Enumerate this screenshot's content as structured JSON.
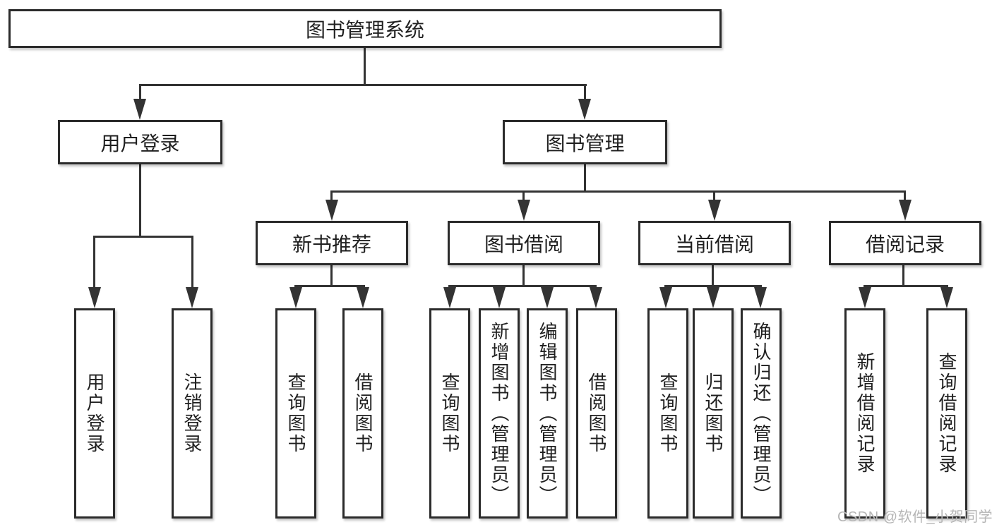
{
  "diagram_type": "hierarchy-tree",
  "colors": {
    "background": "#ffffff",
    "box_fill": "#ffffff",
    "box_border": "#2b2b2b",
    "connector_line": "#333333",
    "text": "#1f1f1f",
    "watermark": "#b5b5b5"
  },
  "root": {
    "label": "图书管理系统"
  },
  "branches": [
    {
      "label": "用户登录",
      "children": [
        {
          "label": "用户登录"
        },
        {
          "label": "注销登录"
        }
      ]
    },
    {
      "label": "图书管理",
      "children": [
        {
          "label": "新书推荐",
          "children": [
            {
              "label": "查询图书"
            },
            {
              "label": "借阅图书"
            }
          ]
        },
        {
          "label": "图书借阅",
          "children": [
            {
              "label": "查询图书"
            },
            {
              "label": "新增图书（管理员）"
            },
            {
              "label": "编辑图书（管理员）"
            },
            {
              "label": "借阅图书"
            }
          ]
        },
        {
          "label": "当前借阅",
          "children": [
            {
              "label": "查询图书"
            },
            {
              "label": "归还图书"
            },
            {
              "label": "确认归还（管理员）"
            }
          ]
        },
        {
          "label": "借阅记录",
          "children": [
            {
              "label": "新增借阅记录"
            },
            {
              "label": "查询借阅记录"
            }
          ]
        }
      ]
    }
  ],
  "watermark": "CSDN @软件_小贺同学"
}
